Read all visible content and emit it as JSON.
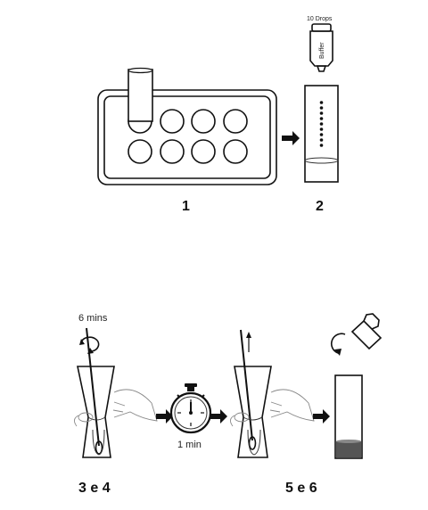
{
  "labels": {
    "drops": "10 Drops",
    "bottle_text": "Buffer",
    "step1": "1",
    "step2": "2",
    "mix_time": "6 mins",
    "wait_time": "1 min",
    "step34": "3 e 4",
    "step56": "5 e 6"
  },
  "icons": [
    "well-plate",
    "buffer-bottle",
    "test-tube",
    "swab",
    "rotate-arrow",
    "stopwatch",
    "right-arrow",
    "hand"
  ],
  "colors": {
    "ink": "#111111",
    "liquid": "#555555"
  }
}
